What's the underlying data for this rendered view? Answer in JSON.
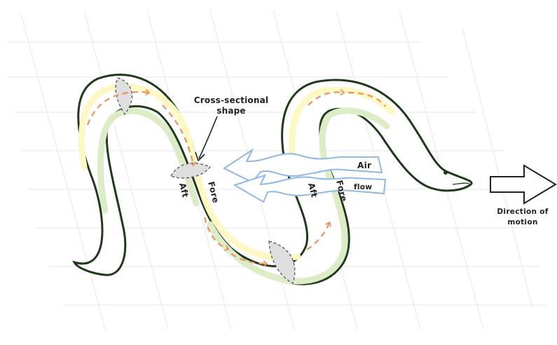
{
  "labels": {
    "cross_section_line1": "Cross-sectional",
    "cross_section_line2": "shape",
    "aft_left": "Aft",
    "fore_left": "Fore",
    "aft_right": "Aft",
    "fore_right": "Fore",
    "air": "Air",
    "flow": "flow",
    "direction_line1": "Direction of",
    "direction_line2": "motion"
  },
  "colors": {
    "snake_outline": "#1f3a1a",
    "snake_fill": "#ffffff",
    "fore_band": "#fdf8c4",
    "aft_band": "#dcecc6",
    "dash_arrow": "#ef8f5d",
    "air_flow": "#8fb8e2",
    "grid": "#e6e6e6",
    "section_fill": "#dedede"
  }
}
